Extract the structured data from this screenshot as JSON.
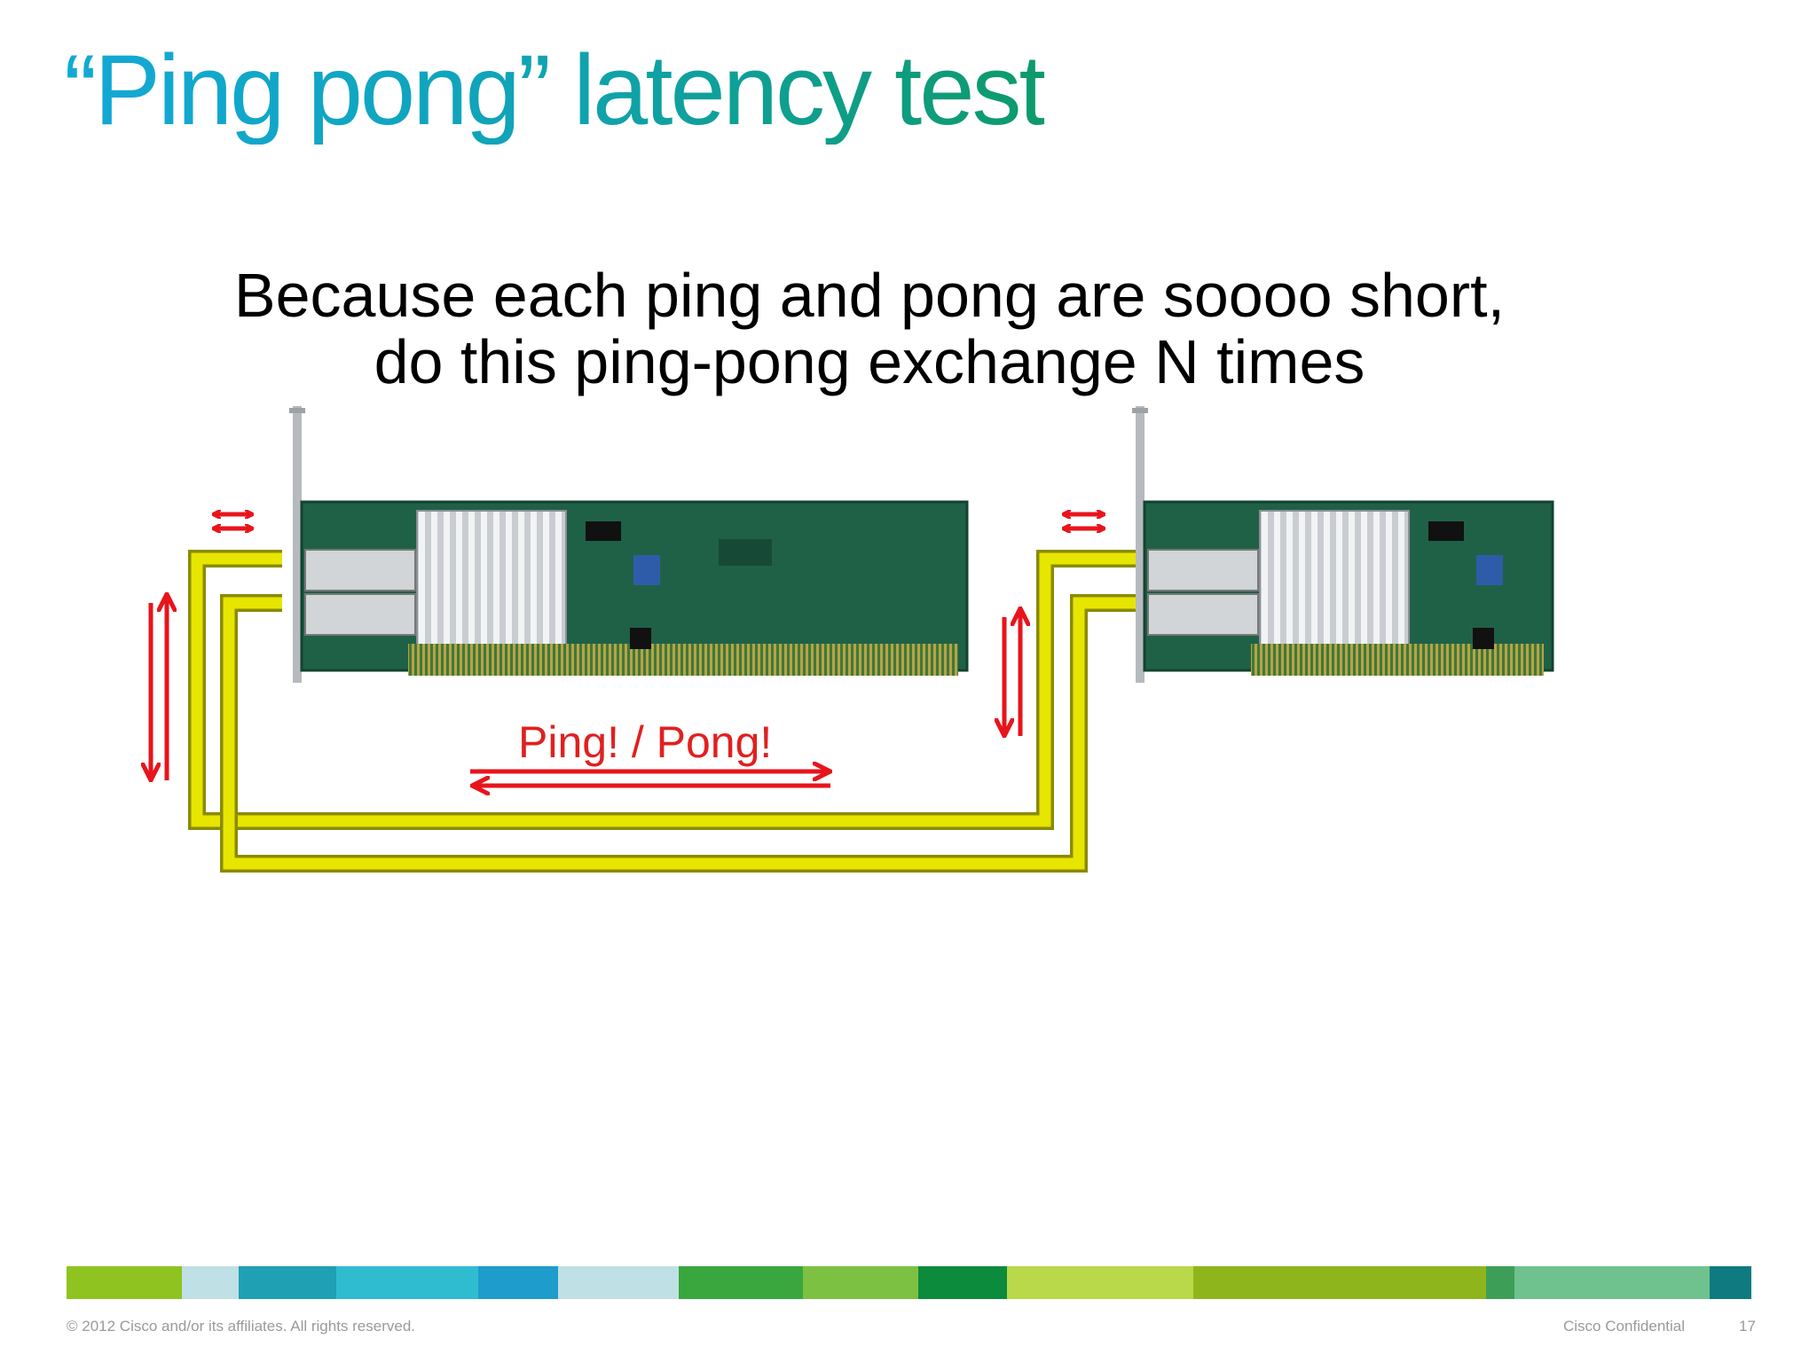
{
  "slide": {
    "title": "“Ping pong” latency test",
    "caption_line1": "Because each ping and pong are soooo short,",
    "caption_line2": "do this ping-pong exchange N times"
  },
  "diagram": {
    "exchange_label": "Ping! / Pong!",
    "arrow_color": "#e8141c",
    "cable_color": "#e6e600",
    "nodes": [
      "network-interface-card-left",
      "network-interface-card-right"
    ]
  },
  "footer": {
    "copyright": "© 2012 Cisco and/or its affiliates. All rights reserved.",
    "confidential": "Cisco Confidential",
    "page_number": "17",
    "color_bar": [
      "#8fc31f",
      "#bfe0e4",
      "#1fa0b3",
      "#2fbcd0",
      "#1e9ccb",
      "#bfe0e4",
      "#3aa63e",
      "#7cc142",
      "#0b8b3b",
      "#b9d84a",
      "#8fb51c",
      "#3d9e58",
      "#6fc28e",
      "#0f7a80"
    ]
  }
}
